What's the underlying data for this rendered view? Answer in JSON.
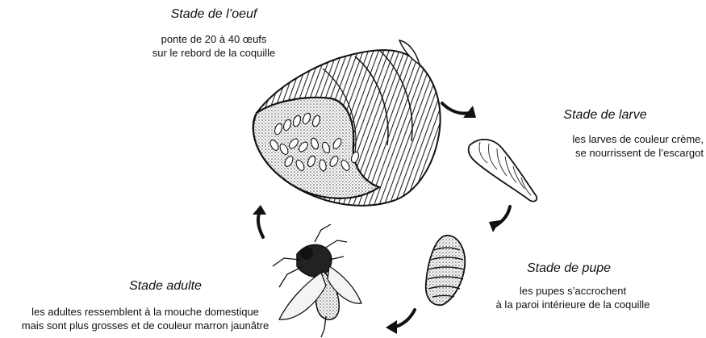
{
  "stages": {
    "egg": {
      "title": "Stade de l’oeuf",
      "desc": [
        "ponte de 20 à 40 œufs",
        "sur le rebord de la coquille"
      ]
    },
    "larva": {
      "title": "Stade de larve",
      "desc": [
        "les larves de couleur crème,",
        "se nourrissent de l’escargot"
      ]
    },
    "pupa": {
      "title": "Stade de pupe",
      "desc": [
        "les pupes s’accrochent",
        "à la paroi intérieure de la coquille"
      ]
    },
    "adult": {
      "title": "Stade adulte",
      "desc": [
        "les adultes ressemblent à la mouche domestique",
        "mais sont plus grosses et de couleur marron jaunâtre"
      ]
    }
  },
  "illustrations": [
    "snail-shell-with-eggs",
    "larva",
    "pupa",
    "adult-fly"
  ],
  "arrows": [
    "egg-to-larva",
    "larva-to-pupa",
    "pupa-to-adult",
    "adult-to-egg"
  ],
  "colors": {
    "ink": "#111111",
    "background": "#ffffff"
  }
}
